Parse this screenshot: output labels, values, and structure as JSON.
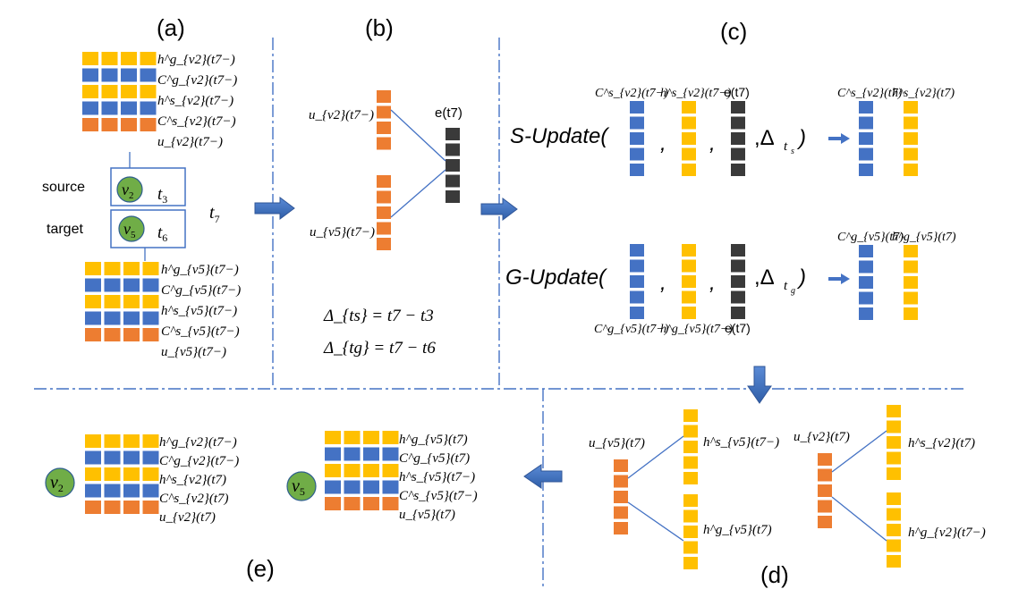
{
  "panels": {
    "a": "(a)",
    "b": "(b)",
    "c": "(c)",
    "d": "(d)",
    "e": "(e)"
  },
  "colors": {
    "yellow": "#ffc000",
    "blue": "#4472c4",
    "orange": "#ed7d31",
    "dark": "#3a3a3a",
    "node": "#70ad47",
    "line": "#4472c4"
  },
  "a": {
    "v2_rows": [
      "h^g_{v2}(t7−)",
      "C^g_{v2}(t7−)",
      "h^s_{v2}(t7−)",
      "C^s_{v2}(t7−)",
      "u_{v2}(t7−)"
    ],
    "v5_rows": [
      "h^g_{v5}(t7−)",
      "C^g_{v5}(t7−)",
      "h^s_{v5}(t7−)",
      "C^s_{v5}(t7−)",
      "u_{v5}(t7−)"
    ],
    "source_label": "source",
    "target_label": "target",
    "source_node": "v",
    "source_sub": "2",
    "source_time": "t",
    "source_time_sub": "3",
    "target_node": "v",
    "target_sub": "5",
    "target_time": "t",
    "target_time_sub": "6",
    "event_time": "t",
    "event_time_sub": "7"
  },
  "b": {
    "u_v2": "u_{v2}(t7−)",
    "u_v5": "u_{v5}(t7−)",
    "event": "e(t7)",
    "delta_s": "Δ_{ts} = t7 − t3",
    "delta_g": "Δ_{tg} = t7 − t6"
  },
  "c": {
    "s_update": "S-Update(",
    "g_update": "G-Update(",
    "s_in": [
      "C^s_{v2}(t7−)",
      "h^s_{v2}(t7−)",
      "e(t7)"
    ],
    "s_out": [
      "C^s_{v2}(t7)",
      "h^s_{v2}(t7)"
    ],
    "g_in": [
      "C^g_{v5}(t7−)",
      "h^g_{v5}(t7−)",
      "e(t7)"
    ],
    "g_out": [
      "C^g_{v5}(t7)",
      "h^g_{v5}(t7)"
    ]
  },
  "d": {
    "left_u": "u_{v5}(t7)",
    "left_top": "h^s_{v5}(t7−)",
    "left_bottom": "h^g_{v5}(t7)",
    "right_u": "u_{v2}(t7)",
    "right_top": "h^s_{v2}(t7)",
    "right_bottom": "h^g_{v2}(t7−)"
  },
  "e": {
    "v2_node": "v",
    "v2_sub": "2",
    "v5_node": "v",
    "v5_sub": "5",
    "v2_rows": [
      "h^g_{v2}(t7−)",
      "C^g_{v2}(t7−)",
      "h^s_{v2}(t7)",
      "C^s_{v2}(t7)",
      "u_{v2}(t7)"
    ],
    "v5_rows": [
      "h^g_{v5}(t7)",
      "C^g_{v5}(t7)",
      "h^s_{v5}(t7−)",
      "C^s_{v5}(t7−)",
      "u_{v5}(t7)"
    ]
  }
}
